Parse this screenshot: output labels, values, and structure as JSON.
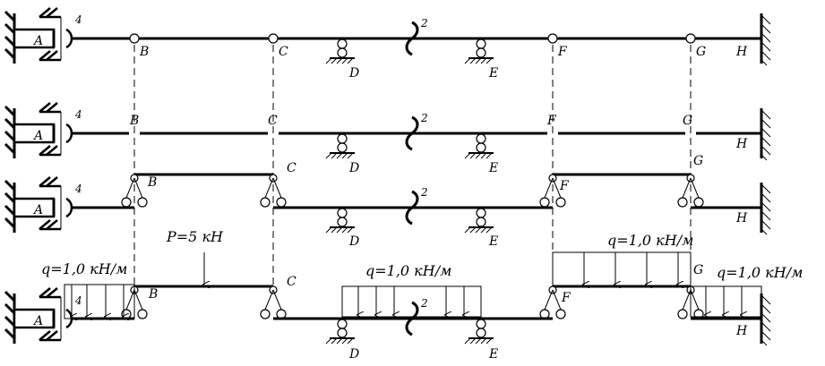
{
  "nodes": {
    "A": "A",
    "B": "B",
    "C": "C",
    "D": "D",
    "E": "E",
    "F": "F",
    "G": "G",
    "H": "H"
  },
  "hinge_numbers": {
    "left_joint": "4",
    "middle_joint": "2"
  },
  "loads": {
    "point_load": "P=5 кН",
    "distributed_left": "q=1,0 кН/м",
    "distributed_middle": "q=1,0 кН/м",
    "distributed_right_top": "q=1,0 кН/м",
    "distributed_right_end": "q=1,0 кН/м"
  }
}
